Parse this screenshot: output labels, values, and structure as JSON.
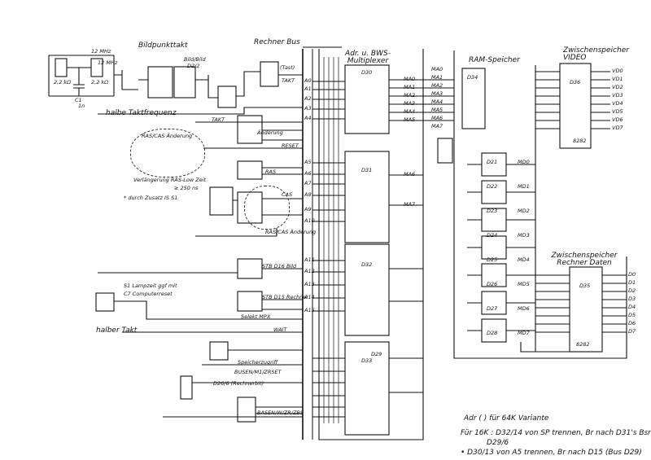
{
  "titles": {
    "bildpunkttakt": "Bildpunkttakt",
    "rechnerbus": "Rechner Bus",
    "adr_multiplexer": "Adr. u. BWS- Multiplexer",
    "ram_speicher": "RAM-Speicher",
    "zwischenspeicher_video": "Zwischenspeicher VIDEO",
    "zwischenspeicher_daten": "Zwischenspeicher Rechner Daten"
  },
  "clock": {
    "freq1": "12 MHz",
    "freq2": "12 MHz",
    "r1": "2,2 kΩ",
    "r2": "2,2 kΩ",
    "c": "C1",
    "c2": "1n",
    "bildtakt": "Bild/Bild",
    "d12": "D2/2",
    "takt": "TAKT",
    "tastatur": "(Tast)"
  },
  "left_labels": {
    "halbe_taktfrequenz": "halbe Taktfrequenz",
    "ras_cas_aenderung": "RAS/CAS Änderung",
    "verlaengerung": "Verlängerung RAS-Low Zeit",
    "verlaengerung_val": "≥ 250 ns",
    "durch_zusatz": "* durch Zusatz IS S1",
    "ras_cas_aenderung2": "RAS/CAS Änderung",
    "s1_label": "S1 Lampzeit ggf mit",
    "c7_label": "C7 Computerreset",
    "halber_takt": "halber Takt",
    "speicherzugriff": "Speicherzugriff",
    "busen": "BUSEN/M1/ZRSET",
    "d26": "D26/6 (Rechnerbit)",
    "rd_wr": "BASEN/W/ZR/ZBS"
  },
  "signals": {
    "reset": "RESET",
    "ras": "RAS",
    "cas": "CAS",
    "stb_bild": "STB D16 Bild",
    "stb_rechner": "STB D15 Rechner",
    "selekt_mpx": "Selekt MPX",
    "wait": "WAIT",
    "aenderung": "Änderung",
    "takt2": "TAKT"
  },
  "bus_addresses": [
    "A0",
    "A1",
    "A2",
    "A3",
    "A4",
    "A5",
    "A6",
    "A7",
    "A8",
    "A9",
    "A10",
    "A11",
    "A12",
    "A13",
    "A14",
    "A15"
  ],
  "mux_outputs": [
    "MA0",
    "MA1",
    "MA2",
    "MA3",
    "MA4",
    "MA5",
    "MA6",
    "MA7"
  ],
  "ram_inputs": [
    "MA0",
    "MA1",
    "MA2",
    "MA3",
    "MA4",
    "MA5",
    "MA6",
    "MA7"
  ],
  "ram_chips": [
    "D21",
    "D22",
    "D23",
    "D24",
    "D25",
    "D26",
    "D27",
    "D28"
  ],
  "data_lines": [
    "MD0",
    "MD1",
    "MD2",
    "MD3",
    "MD4",
    "MD5",
    "MD6",
    "MD7"
  ],
  "video_out": [
    "VD0",
    "VD1",
    "VD2",
    "VD3",
    "VD4",
    "VD5",
    "VD6",
    "VD7"
  ],
  "daten_out": [
    "D0",
    "D1",
    "D2",
    "D3",
    "D4",
    "D5",
    "D6",
    "D7"
  ],
  "chip_ids": {
    "mux1": "D30",
    "mux2": "D31",
    "mux3": "D32",
    "mux4": "D33",
    "video_buf": "D36",
    "daten_buf": "D35",
    "mux_low": "D29",
    "ramsel": "D34",
    "ic_8282a": "8282",
    "ic_8282b": "8282"
  },
  "notes": {
    "line1": "Adr ( ) für 64K Variante",
    "line2": "Für 16K : D32/14 von SP trennen, Br nach D31's Bsr",
    "line3": "D29/6",
    "line4": "• D30/13 von A5 trennen, Br nach D15 (Bus D29)"
  }
}
